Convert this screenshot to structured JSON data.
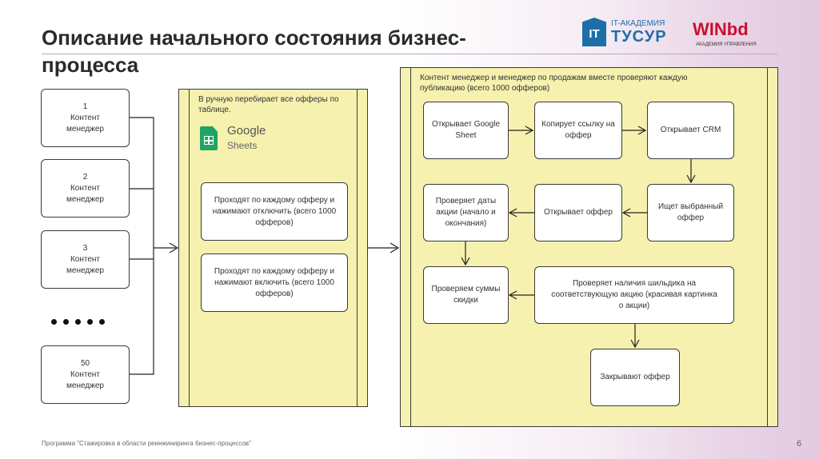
{
  "title": "Описание начального состояния бизнес-процесса",
  "logos": {
    "tusur_small": "IT-АКАДЕМИЯ",
    "tusur_big": "ТУСУР",
    "winbd_big": "WINbd",
    "winbd_small": "АКАДЕМИЯ УПРАВЛЕНИЯ"
  },
  "actors": [
    {
      "number": "1",
      "role": "Контент менеджер"
    },
    {
      "number": "2",
      "role": "Контент менеджер"
    },
    {
      "number": "3",
      "role": "Контент менеджер"
    },
    {
      "number": "50",
      "role": "Контент менеджер"
    }
  ],
  "lane1": {
    "header": "В ручную перебирает все офферы по таблице.",
    "app_name": "Google",
    "app_sub": "Sheets",
    "boxes": [
      "Проходят по каждому офферу и нажимают отключить (всего 1000 офферов)",
      "Проходят по каждому офферу и нажимают включить (всего 1000 офферов)"
    ]
  },
  "lane2": {
    "header": "Контент менеджер и менеджер по продажам вместе проверяют каждую публикацию (всего 1000 офферов)",
    "steps": {
      "s1": "Открывает Google Sheet",
      "s2": "Копирует ссылку на оффер",
      "s3": "Открывает CRM",
      "s4": "Ищет выбранный оффер",
      "s5": "Открывает оффер",
      "s6": "Проверяет даты акции (начало и окончания)",
      "s7": "Проверяем суммы скидки",
      "s8": "Проверяет наличия шильдика на соответствующую акцию (красивая картинка о акции)",
      "s9": "Закрывают оффер"
    }
  },
  "footer": "Программа \"Стажировка в области реинжиниринга бизнес-процессов\"",
  "page_number": "6",
  "colors": {
    "lane": "#f6f1ae",
    "accent": "#1e6fa8",
    "winbd_red": "#c8102e",
    "sheets_green": "#1fa463"
  }
}
